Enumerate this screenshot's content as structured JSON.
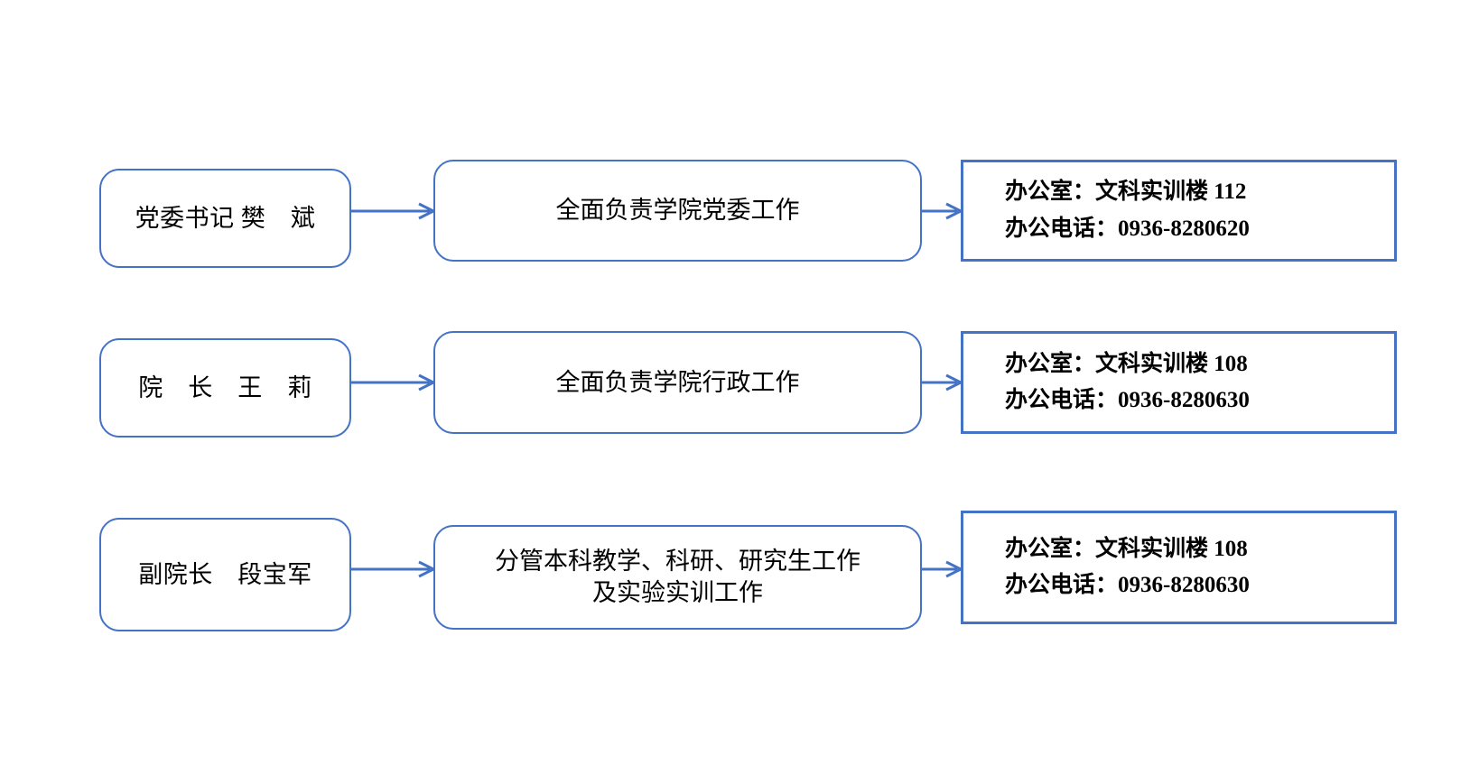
{
  "meta": {
    "accent_color": "#4472C4",
    "text_color": "#000000",
    "background_color": "#FFFFFF"
  },
  "rows": [
    {
      "person": "党委书记 樊　斌",
      "duty_line1": "全面负责学院党委工作",
      "duty_line2": "",
      "office": "办公室：文科实训楼 112",
      "phone": "办公电话：0936-8280620"
    },
    {
      "person": "院　长　王　莉",
      "duty_line1": "全面负责学院行政工作",
      "duty_line2": "",
      "office": "办公室：文科实训楼 108",
      "phone": "办公电话：0936-8280630"
    },
    {
      "person": "副院长　段宝军",
      "duty_line1": "分管本科教学、科研、研究生工作",
      "duty_line2": "及实验实训工作",
      "office": "办公室：文科实训楼 108",
      "phone": "办公电话：0936-8280630"
    }
  ],
  "icons": {
    "arrow": "arrow-right-icon"
  }
}
